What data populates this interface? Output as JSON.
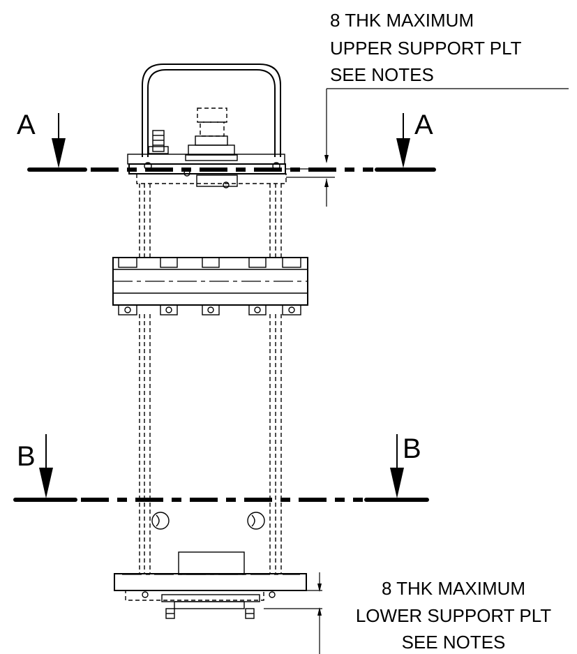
{
  "section_markers": {
    "a_left": "A",
    "a_right": "A",
    "b_left": "B",
    "b_right": "B"
  },
  "upper_note": {
    "line1": "8 THK MAXIMUM",
    "line2": "UPPER SUPPORT PLT",
    "line3": "SEE NOTES"
  },
  "lower_note": {
    "line1": "8 THK MAXIMUM",
    "line2": "LOWER SUPPORT PLT",
    "line3": "SEE NOTES"
  }
}
